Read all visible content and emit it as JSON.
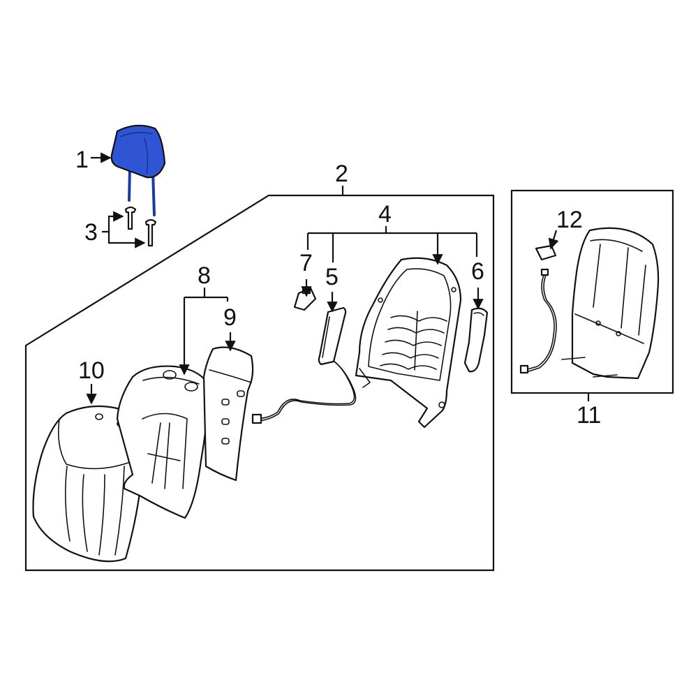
{
  "callouts": {
    "c1": "1",
    "c2": "2",
    "c3": "3",
    "c4": "4",
    "c5": "5",
    "c6": "6",
    "c7": "7",
    "c8": "8",
    "c9": "9",
    "c10": "10",
    "c11": "11",
    "c12": "12"
  },
  "colors": {
    "highlight": "#2f55d4",
    "line": "#111111",
    "background": "#ffffff"
  }
}
